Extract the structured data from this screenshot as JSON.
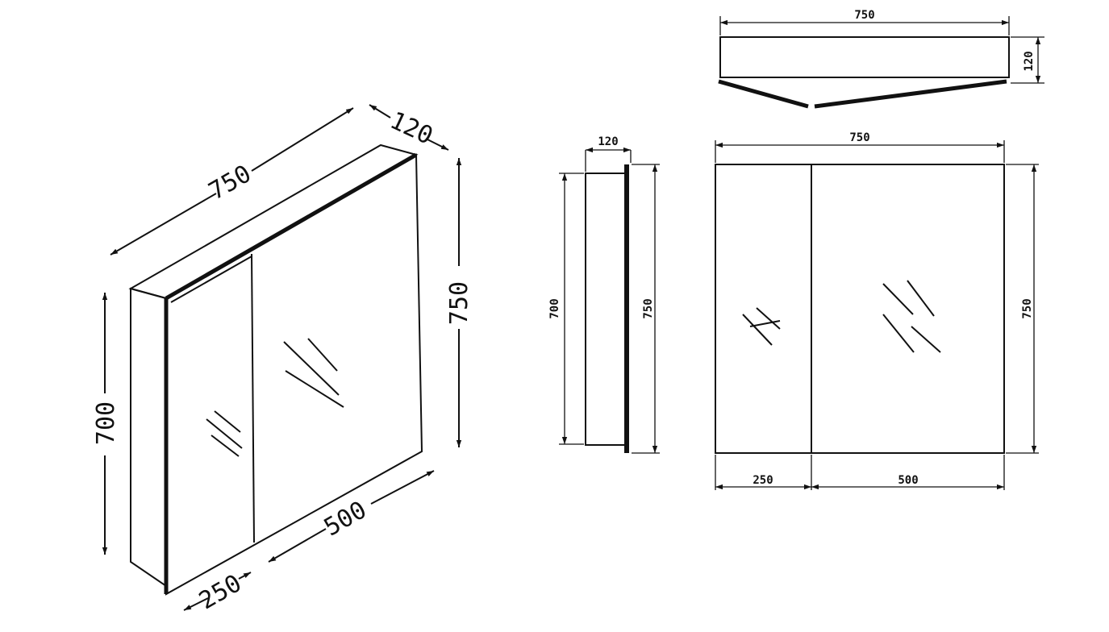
{
  "diagram": {
    "isometric": {
      "width": "750",
      "depth": "120",
      "height": "750",
      "body_height": "700",
      "left_door": "250",
      "right_door": "500"
    },
    "top_view": {
      "width": "750",
      "depth": "120"
    },
    "side_view": {
      "depth": "120",
      "body_height": "700",
      "height": "750"
    },
    "front_view": {
      "width": "750",
      "height": "750",
      "left_door": "250",
      "right_door": "500"
    }
  }
}
